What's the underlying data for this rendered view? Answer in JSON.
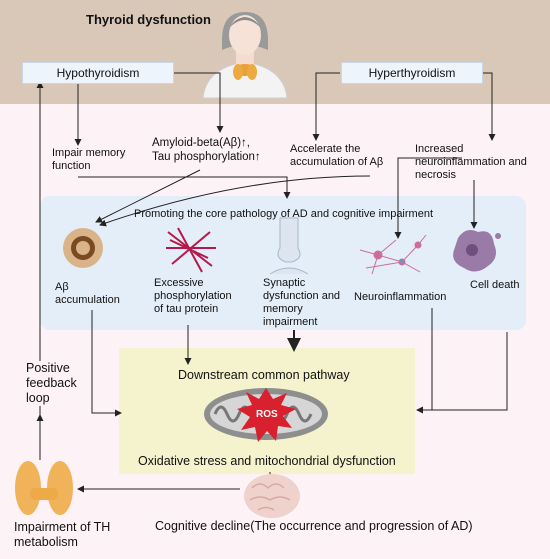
{
  "title": "Thyroid dysfunction",
  "hypothyroidism": "Hypothyroidism",
  "hyperthyroidism": "Hyperthyroidism",
  "impair_memory": [
    "Impair memory",
    "function"
  ],
  "amyloid": [
    "Amyloid-beta(Aβ)↑,",
    "Tau phosphorylation↑"
  ],
  "accelerate": [
    "Accelerate the",
    "accumulation of Aβ"
  ],
  "neuroinflammation_top": [
    "Increased",
    "neuroinflammation and",
    "necrosis"
  ],
  "core_pathology": "Promoting the core pathology of AD and cognitive impairment",
  "ab_accumulation": [
    "Aβ",
    "accumulation"
  ],
  "tau_excess": [
    "Excessive",
    "phosphorylation",
    "of tau protein"
  ],
  "synaptic": [
    "Synaptic",
    "dysfunction and",
    "memory",
    "impairment"
  ],
  "neuroinflammation": "Neuroinflammation",
  "cell_death": "Cell death",
  "downstream": "Downstream common pathway",
  "ros": "ROS",
  "oxidative": "Oxidative stress and mitochondrial dysfunction",
  "positive_feedback": [
    "Positive",
    "feedback",
    "loop"
  ],
  "cognitive_decline": "Cognitive decline(The occurrence and progression of AD)",
  "th_impairment": [
    "Impairment of TH",
    "metabolism"
  ],
  "colors": {
    "top_band": "#d9c8b8",
    "pink_bg": "#fdf2f6",
    "blue_panel": "#e4eef8",
    "yellow_panel": "#f4f3cd",
    "ros_red": "#d9202f"
  }
}
